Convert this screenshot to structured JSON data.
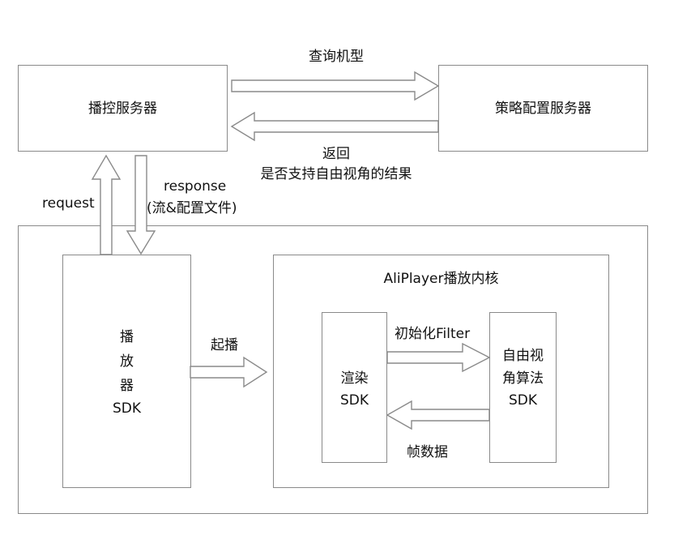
{
  "boxes": {
    "playback_control_server": "播控服务器",
    "strategy_config_server": "策略配置服务器",
    "player_sdk": [
      "播",
      "放",
      "器",
      "SDK"
    ],
    "aliplayer_core": "AliPlayer播放内核",
    "render_sdk": [
      "渲染",
      "SDK"
    ],
    "free_view_sdk": [
      "自由视",
      "角算法",
      "SDK"
    ]
  },
  "labels": {
    "query_model": "查询机型",
    "return": [
      "返回",
      "是否支持自由视角的结果"
    ],
    "request": "request",
    "response": [
      "response",
      "(流&配置文件)"
    ],
    "start_play": "起播",
    "init_filter": "初始化Filter",
    "frame_data": "帧数据"
  }
}
